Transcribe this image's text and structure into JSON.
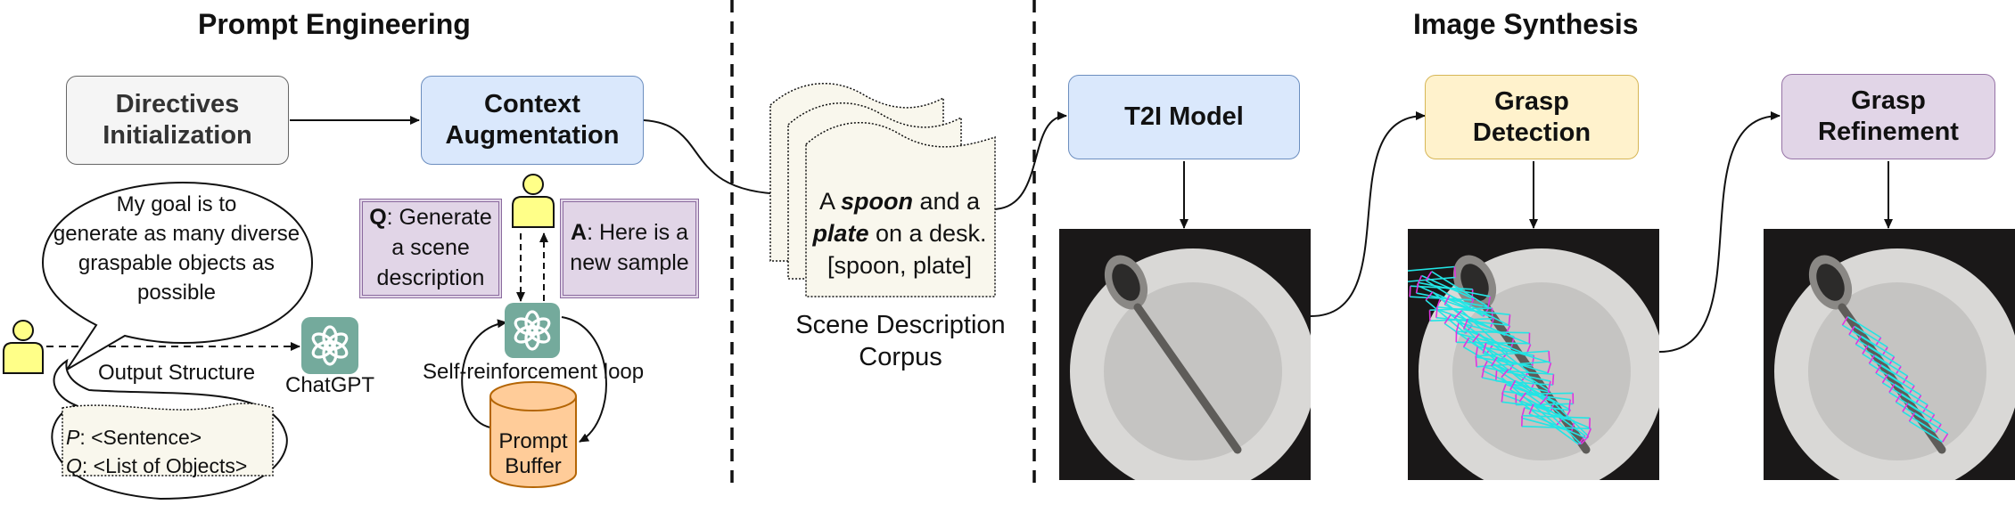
{
  "sections": {
    "prompt_engineering": "Prompt  Engineering",
    "image_synthesis": "Image Synthesis"
  },
  "boxes": {
    "directives": "Directives\nInitialization",
    "context": "Context\nAugmentation",
    "t2i": "T2I Model",
    "grasp_detection": "Grasp\nDetection",
    "grasp_refinement": "Grasp\nRefinement"
  },
  "speech": {
    "goal": [
      "My goal is to",
      "generate as many diverse",
      "graspable objects as",
      "possible"
    ],
    "output_structure": "Output Structure"
  },
  "format": {
    "p_key": "P",
    "p_value": ": <Sentence>",
    "q_key": "Q",
    "q_value": ": <List of Objects>"
  },
  "chatgpt_label": "ChatGPT",
  "qa": {
    "q_key": "Q",
    "q_text": ": Generate a scene description",
    "a_key": "A",
    "a_text": ": Here is a new sample"
  },
  "loop_label": "Self-reinforcement loop",
  "buffer": {
    "line1": "Prompt",
    "line2": "Buffer"
  },
  "corpus": {
    "w1": "A ",
    "w2": "spoon",
    "w3": " and a",
    "w4": "plate",
    "w5": " on a desk.",
    "w6": "[spoon, plate]",
    "caption_1": "Scene Description",
    "caption_2": "Corpus"
  },
  "colors": {
    "directives_fill": "#f5f5f5",
    "directives_stroke": "#666666",
    "blue_fill": "#dae8fc",
    "blue_stroke": "#6c8ebf",
    "yellow_fill": "#fff2cc",
    "yellow_stroke": "#d6b656",
    "purple_fill": "#e1d5e7",
    "purple_stroke": "#9673a6",
    "buffer_fill": "#ffcc99",
    "buffer_stroke": "#b46504",
    "user_fill": "#ffff88",
    "chatgpt_fill": "#74aa9c",
    "grasp_cyan": "#22e5e5",
    "grasp_magenta": "#e033e0"
  },
  "icons": [
    "user-icon",
    "chatgpt-icon",
    "database-icon",
    "document-stack-icon"
  ]
}
